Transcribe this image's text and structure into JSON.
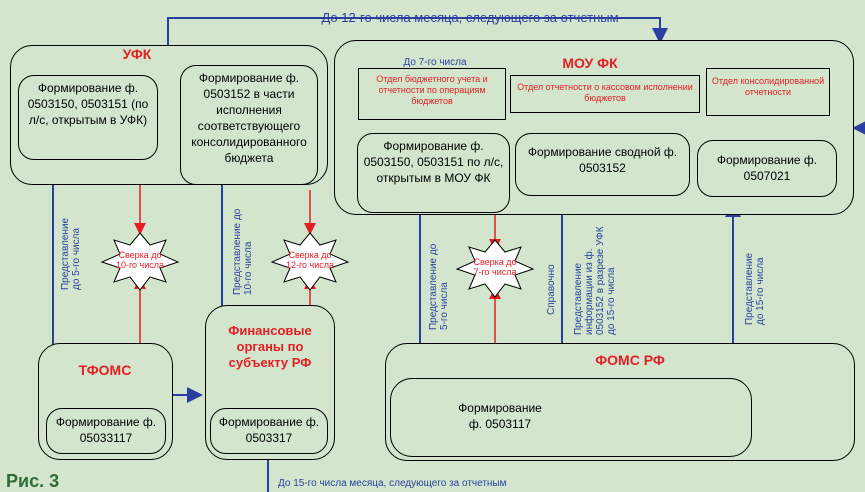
{
  "top_note": "До 12-го числа месяца, следующего за отчетным",
  "bottom_note": "До 15-го числа месяца, следующего за отчетным",
  "figure_label": "Рис. 3",
  "ufk": {
    "title": "УФК",
    "box1": "Формирование ф. 0503150, 0503151 (по л/с, открытым в УФК)",
    "box2": "Формирование ф. 0503152 в части исполнения соответствующего консолидированного бюджета"
  },
  "mou": {
    "title": "МОУ ФК",
    "near_label": "До 7-го числа",
    "dept1": "Отдел бюджетного учета и отчетности по операциям бюджетов",
    "dept2": "Отдел отчетности о кассовом исполнении бюджетов",
    "dept3": "Отдел консолидированной отчетности",
    "box1": "Формирование ф. 0503150, 0503151 по л/с, открытым в МОУ ФК",
    "box2": "Формирование сводной ф. 0503152",
    "box3": "Формирование ф. 0507021"
  },
  "tfoms": {
    "title": "ТФОМС",
    "box": "Формирование ф. 05033117"
  },
  "fin": {
    "title": "Финансовые органы по субъекту РФ",
    "box": "Формирование ф. 0503317"
  },
  "foms": {
    "title": "ФОМС РФ",
    "box": "Формирование ф. 0503117"
  },
  "vertical_labels": {
    "v1": "Представление до 5-го числа",
    "v2": "Представление до 10-го числа",
    "v3": "Представление до 5-го числа",
    "v4": "Справочно",
    "v5": "Представление информации из ф. 0503152 в разрезе УФК до 15-го числа",
    "v6": "Представление до 15-го числа"
  },
  "reconciliations": {
    "s1": "Сверка до 10-го числа",
    "s2": "Сверка до 12-го числа",
    "s3": "Сверка до 7-го числа"
  },
  "colors": {
    "background": "#d3e6cd",
    "blue_arrow": "#2a3fa0",
    "red_arrow": "#e31e24",
    "figure_label": "#2f6b38"
  }
}
